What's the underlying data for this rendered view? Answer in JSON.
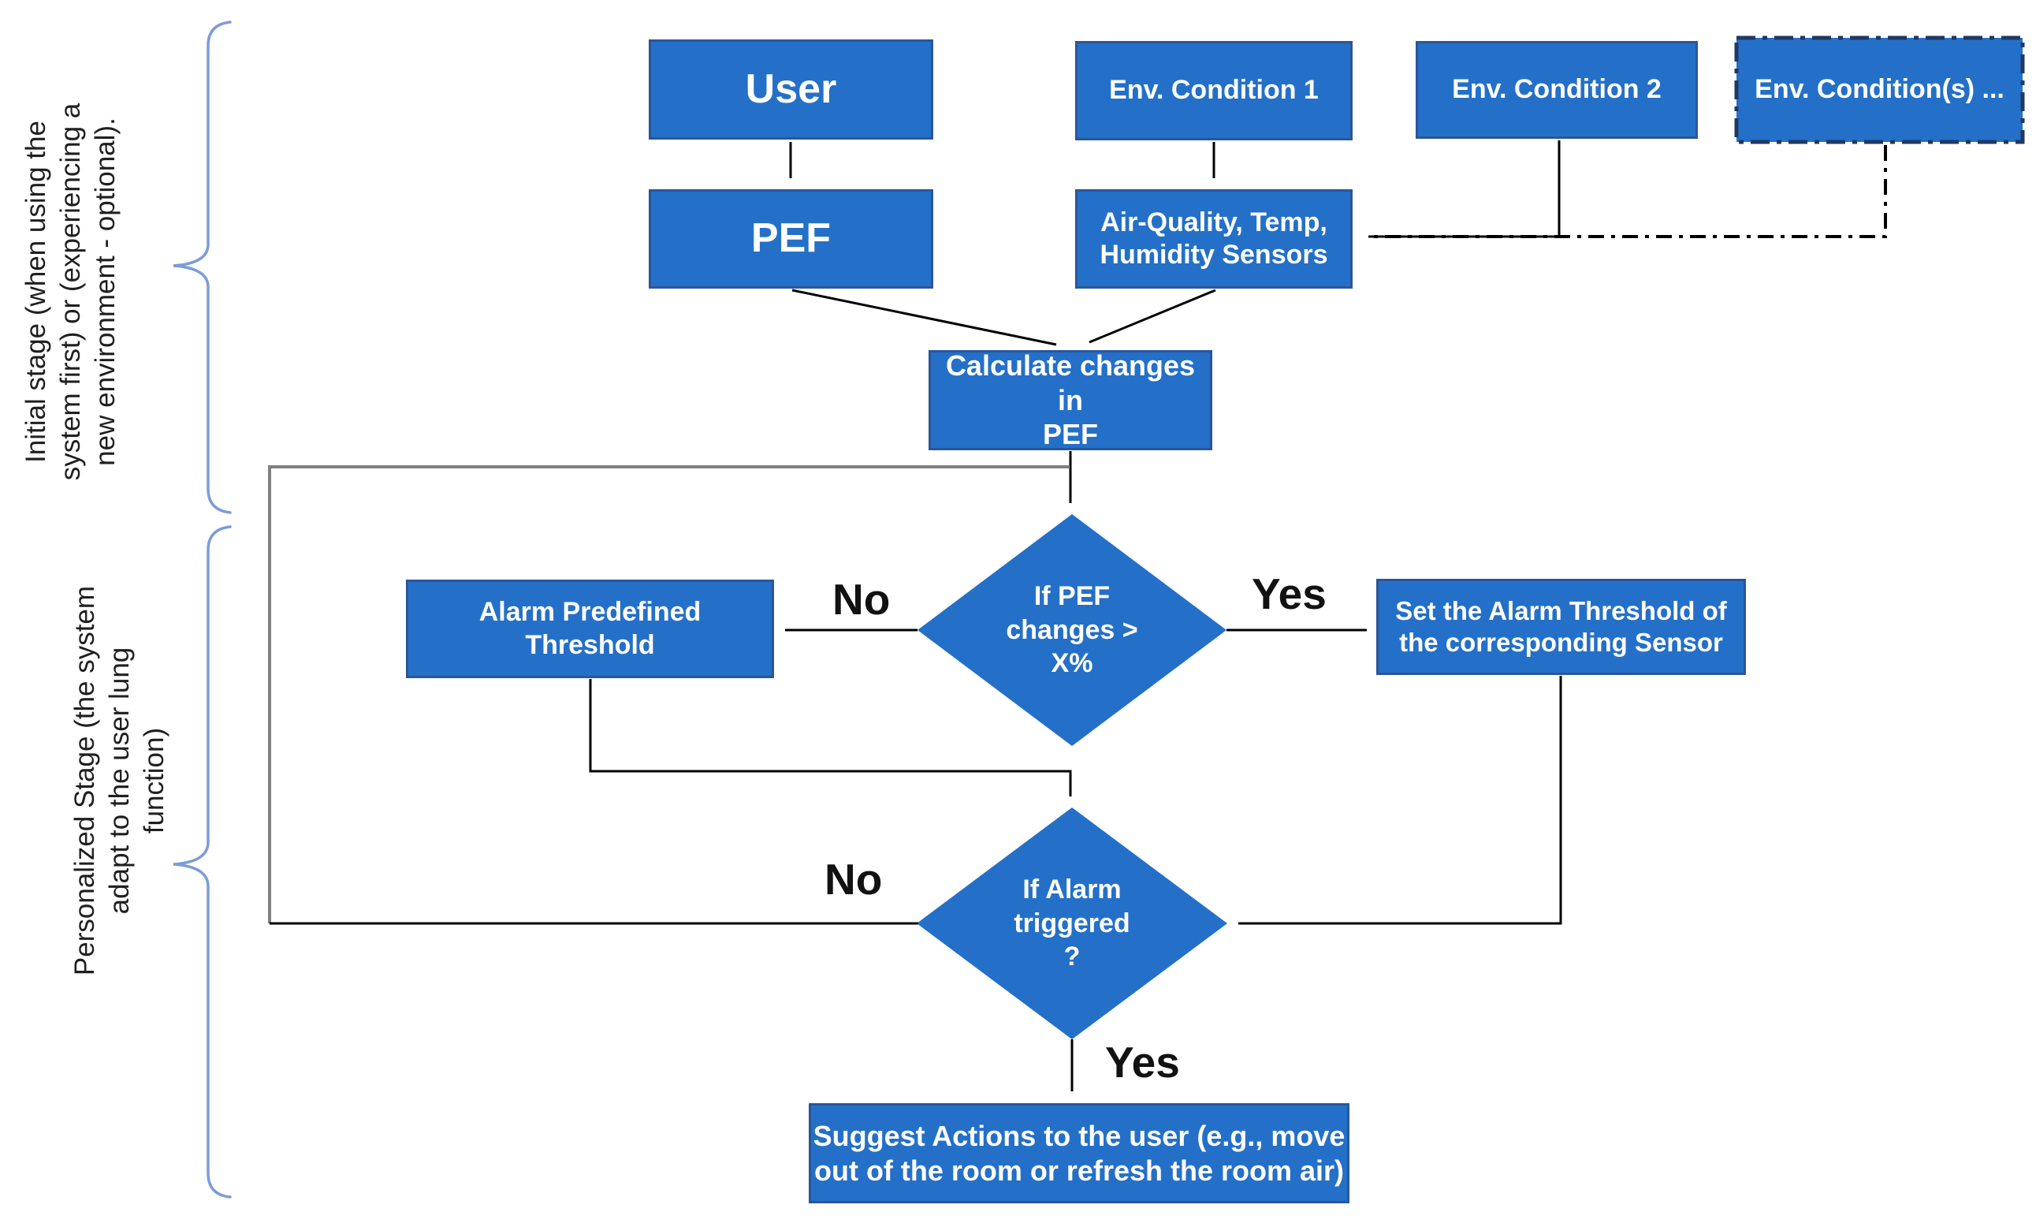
{
  "diagram": {
    "stages": [
      {
        "label": "Initial stage (when using the\nsystem first) or (experiencing a\nnew environment - optional)."
      },
      {
        "label": "Personalized Stage (the system\nadapt to the user lung\nfunction)"
      }
    ],
    "nodes": {
      "user": "User",
      "env_condition_1": "Env. Condition 1",
      "env_condition_2": "Env. Condition 2",
      "env_conditions_more": "Env. Condition(s) ...",
      "pef": "PEF",
      "sensors": "Air-Quality, Temp,\nHumidity Sensors",
      "calculate": "Calculate changes in\nPEF",
      "decision_pef": "If PEF\nchanges >\nX%",
      "alarm_predefined": "Alarm Predefined\nThreshold",
      "set_threshold": "Set the Alarm Threshold of\nthe corresponding  Sensor",
      "decision_alarm": "If Alarm\ntriggered\n?",
      "suggest_actions": "Suggest Actions to the user (e.g., move\nout of the room or refresh the room air)"
    },
    "edge_labels": {
      "pef_no": "No",
      "pef_yes": "Yes",
      "alarm_no": "No",
      "alarm_yes": "Yes"
    },
    "colors": {
      "node_fill": "#2470C8",
      "node_border": "#2A5699",
      "dashed_border": "#1F3864",
      "brace": "#7C9CD6",
      "loop_line": "#7F7F7F",
      "connector": "#000000",
      "node_text": "#FFFFFF",
      "label_text": "#1F1F1F"
    }
  }
}
